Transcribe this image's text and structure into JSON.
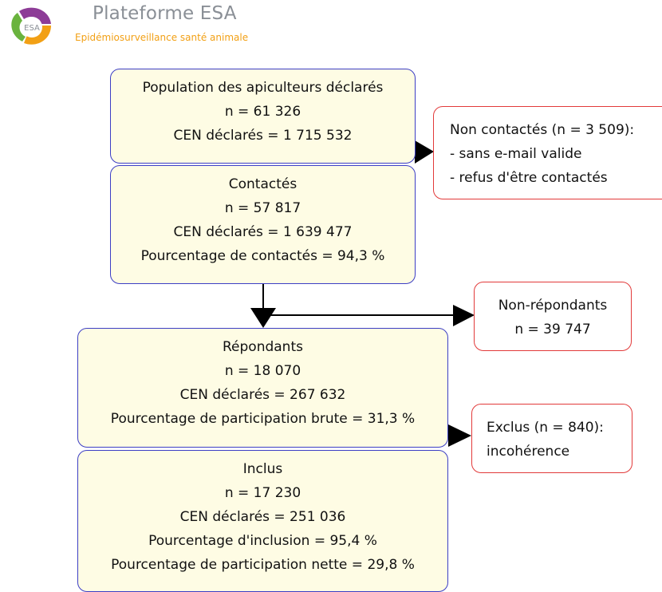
{
  "header": {
    "title": "Plateforme ESA",
    "subtitle": "Epidémiosurveillance santé animale",
    "logo_text": "ESA"
  },
  "flow": {
    "population": {
      "title": "Population des apiculteurs déclarés",
      "n": "n = 61 326",
      "cen": "CEN déclarés = 1 715 532"
    },
    "contactes": {
      "title": "Contactés",
      "n": "n = 57 817",
      "cen": "CEN déclarés = 1 639 477",
      "pct": "Pourcentage de contactés = 94,3 %"
    },
    "non_contactes": {
      "title": "Non contactés (n = 3 509):",
      "reason1": "- sans e-mail valide",
      "reason2": "- refus d'être contactés"
    },
    "non_repondants": {
      "title": "Non-répondants",
      "n": "n = 39 747"
    },
    "repondants": {
      "title": "Répondants",
      "n": "n = 18 070",
      "cen": "CEN déclarés = 267 632",
      "pct": "Pourcentage de participation brute = 31,3 %"
    },
    "exclus": {
      "title": "Exclus (n = 840):",
      "reason": "incohérence"
    },
    "inclus": {
      "title": "Inclus",
      "n": "n = 17 230",
      "cen": "CEN déclarés = 251 036",
      "pct_inclusion": "Pourcentage d'inclusion = 95,4 %",
      "pct_nette": "Pourcentage de participation nette = 29,8 %"
    }
  },
  "colors": {
    "main_box_fill": "#fefce4",
    "main_box_border": "#3c3ec4",
    "side_box_border": "#e23a3a",
    "arrow": "#000000",
    "logo_green": "#6ab33e",
    "logo_purple": "#8d3c97",
    "logo_orange": "#f2a015"
  }
}
